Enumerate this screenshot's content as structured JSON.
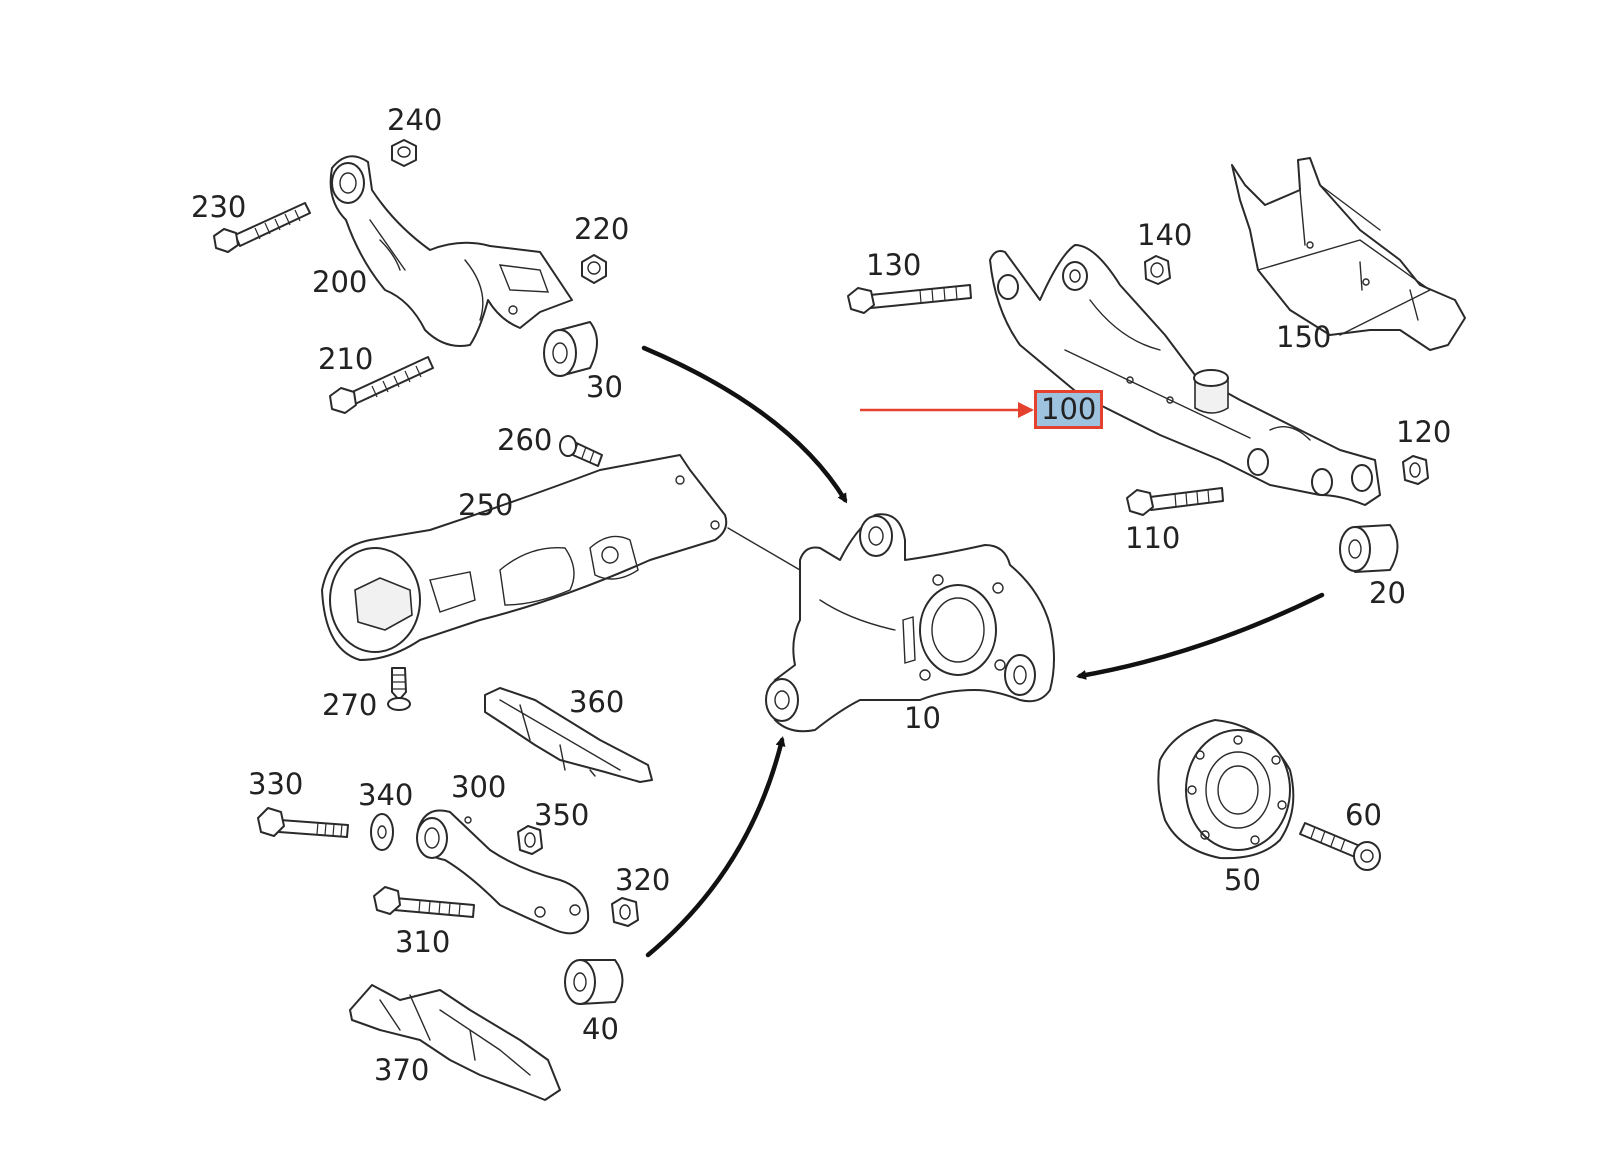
{
  "diagram": {
    "callouts": [
      {
        "id": "10",
        "label": "10"
      },
      {
        "id": "20",
        "label": "20"
      },
      {
        "id": "30",
        "label": "30"
      },
      {
        "id": "40",
        "label": "40"
      },
      {
        "id": "50",
        "label": "50"
      },
      {
        "id": "60",
        "label": "60"
      },
      {
        "id": "100",
        "label": "100",
        "highlighted": true
      },
      {
        "id": "110",
        "label": "110"
      },
      {
        "id": "120",
        "label": "120"
      },
      {
        "id": "130",
        "label": "130"
      },
      {
        "id": "140",
        "label": "140"
      },
      {
        "id": "150",
        "label": "150"
      },
      {
        "id": "200",
        "label": "200"
      },
      {
        "id": "210",
        "label": "210"
      },
      {
        "id": "220",
        "label": "220"
      },
      {
        "id": "230",
        "label": "230"
      },
      {
        "id": "240",
        "label": "240"
      },
      {
        "id": "250",
        "label": "250"
      },
      {
        "id": "260",
        "label": "260"
      },
      {
        "id": "270",
        "label": "270"
      },
      {
        "id": "300",
        "label": "300"
      },
      {
        "id": "310",
        "label": "310"
      },
      {
        "id": "320",
        "label": "320"
      },
      {
        "id": "330",
        "label": "330"
      },
      {
        "id": "340",
        "label": "340"
      },
      {
        "id": "350",
        "label": "350"
      },
      {
        "id": "360",
        "label": "360"
      },
      {
        "id": "370",
        "label": "370"
      }
    ],
    "highlight_color": "#9ec3de",
    "pointer_color": "#e5412f"
  }
}
